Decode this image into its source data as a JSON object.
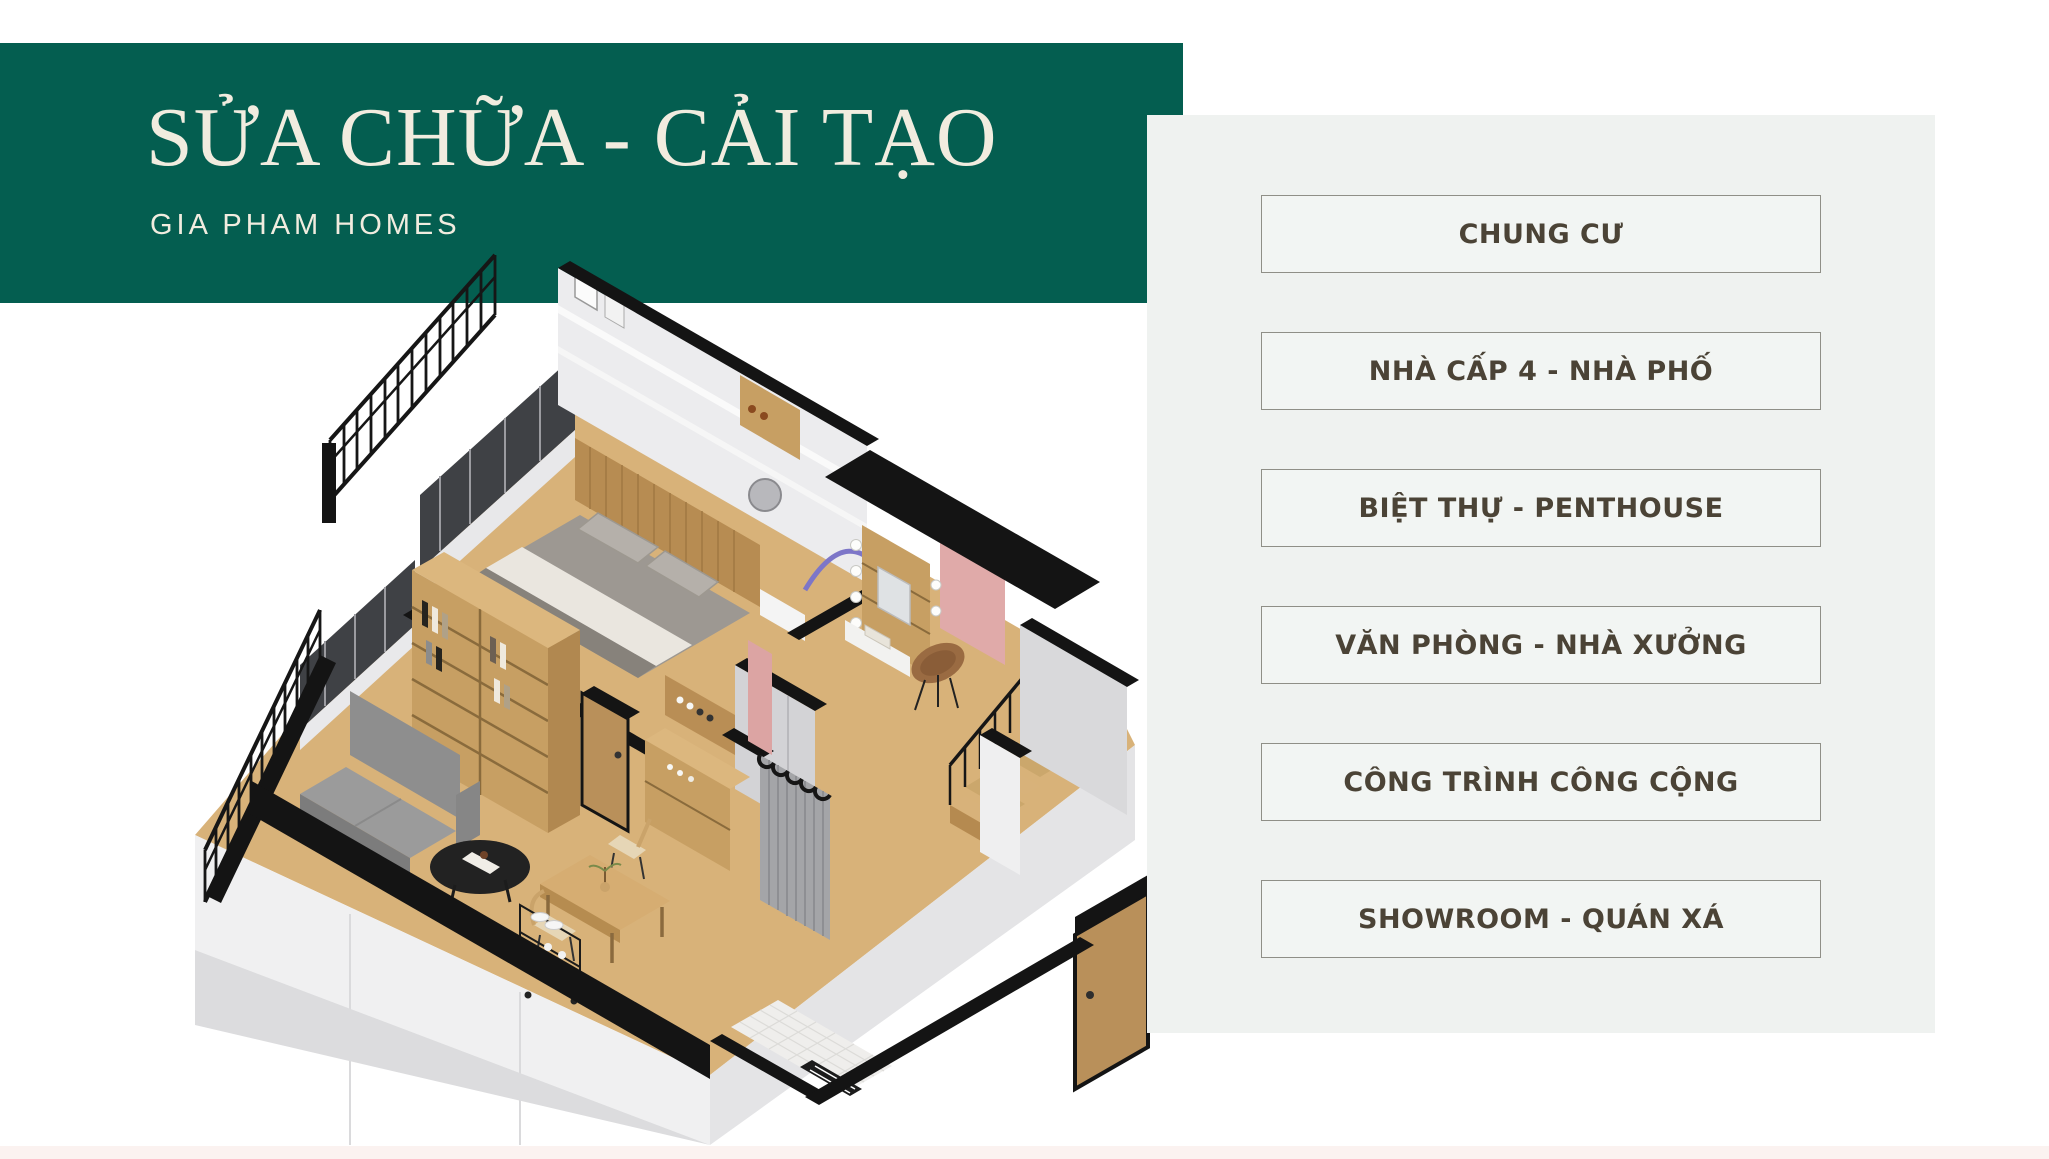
{
  "header": {
    "title": "SỬA CHỮA - CẢI TẠO",
    "subtitle": "GIA PHAM HOMES"
  },
  "sidebar": {
    "items": [
      {
        "label": "CHUNG CƯ"
      },
      {
        "label": "NHÀ CẤP 4 - NHÀ PHỐ"
      },
      {
        "label": "BIỆT THỰ - PENTHOUSE"
      },
      {
        "label": "VĂN PHÒNG - NHÀ XƯỞNG"
      },
      {
        "label": "CÔNG TRÌNH CÔNG CỘNG"
      },
      {
        "label": "SHOWROOM - QUÁN XÁ"
      }
    ]
  },
  "colors": {
    "header_green": "#045e50",
    "header_text": "#f1ecdf",
    "panel_background": "#eff2f0",
    "button_background": "#f2f5f3",
    "button_border": "#8f8f87",
    "button_text": "#4b4336",
    "footer_strip": "#fbf2f0",
    "render_pink_accent": "#e0aaa9",
    "render_wood": "#c79f63"
  }
}
